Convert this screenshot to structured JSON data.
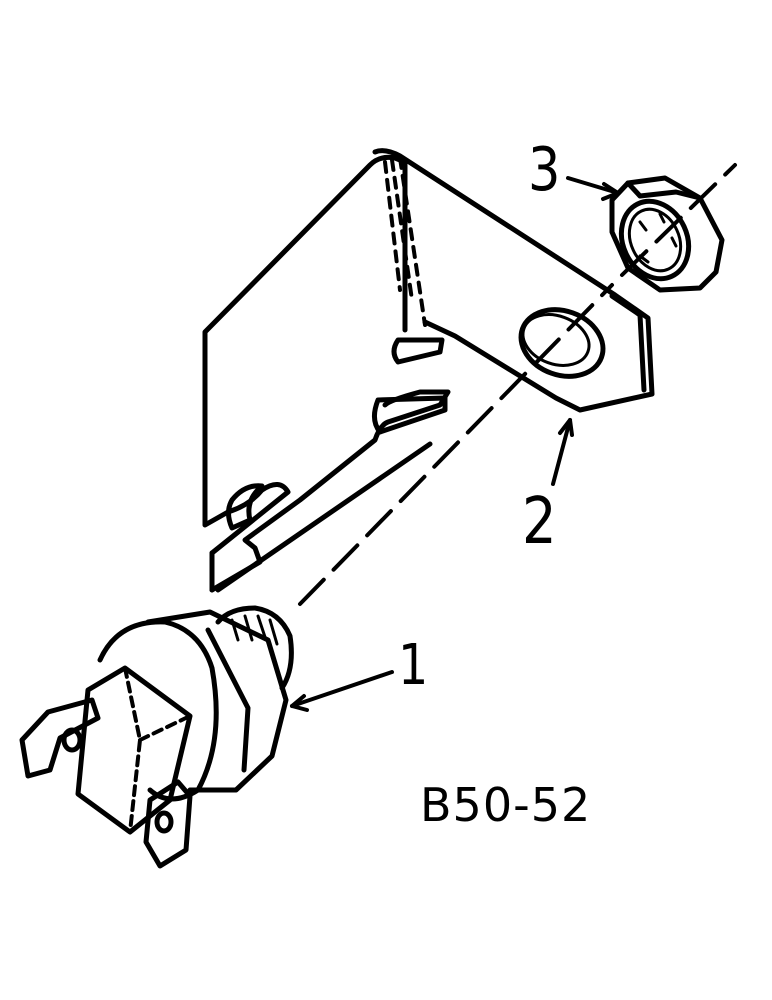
{
  "callouts": {
    "part_1": "1",
    "part_2": "2",
    "part_3": "3"
  },
  "figure_code": "B50-52",
  "colors": {
    "ink": "#000000",
    "paper": "#ffffff"
  }
}
